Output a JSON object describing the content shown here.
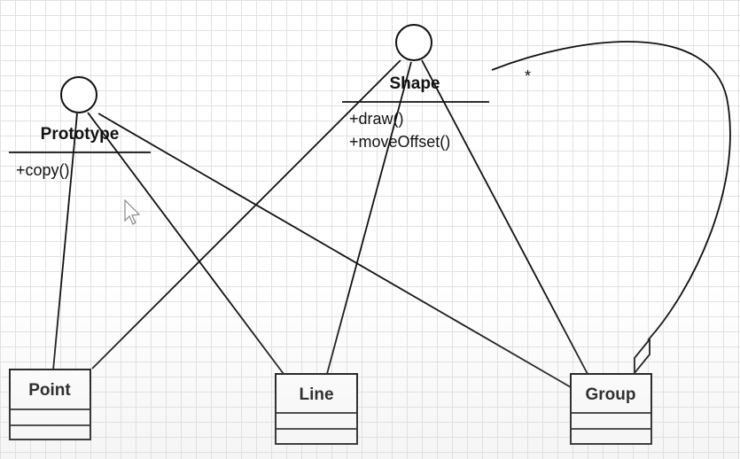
{
  "interfaces": [
    {
      "id": "prototype",
      "name": "Prototype",
      "operations": [
        "+copy()"
      ]
    },
    {
      "id": "shape",
      "name": "Shape",
      "operations": [
        "+draw()",
        "+moveOffset()"
      ]
    }
  ],
  "classes": [
    {
      "id": "point",
      "name": "Point"
    },
    {
      "id": "line",
      "name": "Line"
    },
    {
      "id": "group",
      "name": "Group"
    }
  ],
  "self_association": {
    "multiplicity": "*"
  }
}
